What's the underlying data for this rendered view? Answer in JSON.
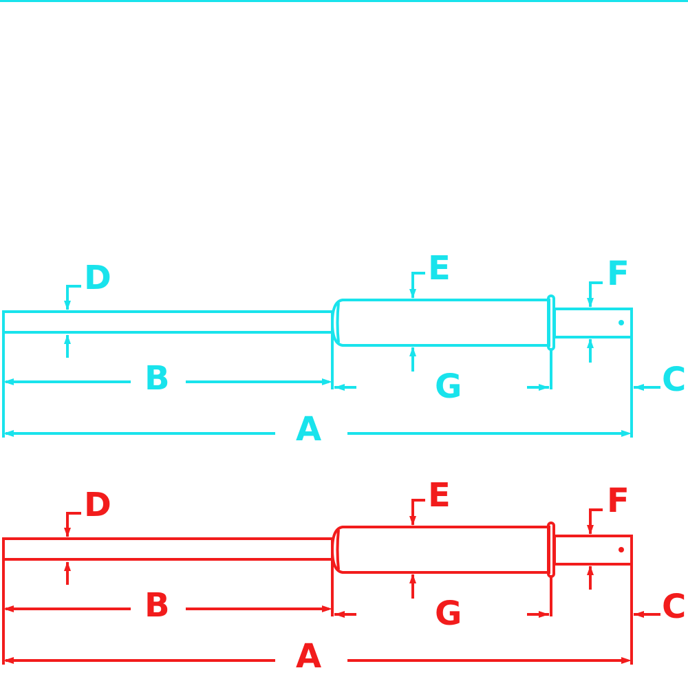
{
  "colors": {
    "top_diagram": "#19e3ec",
    "bottom_diagram": "#f21c1c",
    "background": "#ffffff"
  },
  "diagrams": [
    {
      "name": "gas-spring-drawing-cyan",
      "labels": {
        "A": "A",
        "B": "B",
        "C": "C",
        "D": "D",
        "E": "E",
        "F": "F",
        "G": "G"
      }
    },
    {
      "name": "gas-spring-drawing-red",
      "labels": {
        "A": "A",
        "B": "B",
        "C": "C",
        "D": "D",
        "E": "E",
        "F": "F",
        "G": "G"
      }
    }
  ]
}
